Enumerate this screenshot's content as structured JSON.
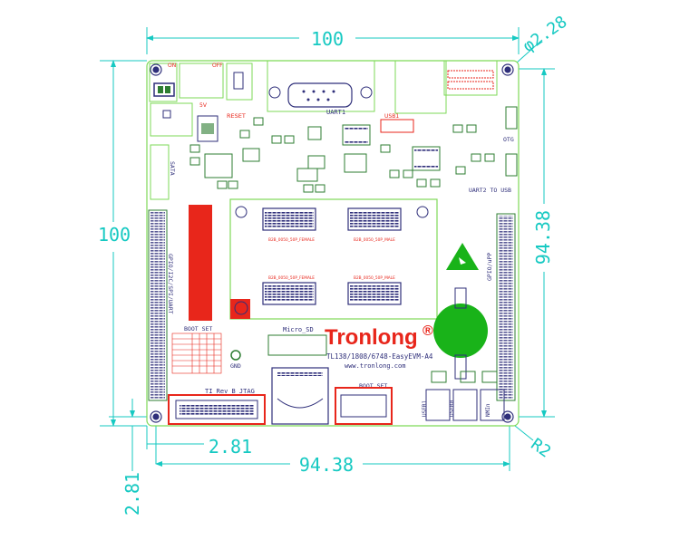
{
  "dimensions": {
    "width_top": "100",
    "hole_dia": "φ2.28",
    "height_left": "100",
    "height_right": "94.38",
    "corner_radius": "R2",
    "offset_x": "2.81",
    "width_bottom": "94.38",
    "offset_y": "2.81"
  },
  "labels": {
    "on": "ON",
    "off": "OFF",
    "five_v": "5V",
    "reset": "RESET",
    "uart1": "UART1",
    "usb1": "USB1",
    "otg": "OTG",
    "uart2": "UART2 TO USB",
    "sata": "SATA",
    "gpio_left": "GPIO/I2C/SPI/UART",
    "gpio_right": "GPIO/uPP",
    "b2b1": "B2B_0050_50P_FEMALE",
    "b2b2": "B2B_0050_50P_MALE",
    "b2b3": "B2B_0050_50P_FEMALE",
    "b2b4": "B2B_0050_50P_MALE",
    "boot_set": "BOOT SET",
    "boot_set2": "BOOT SET",
    "gnd": "GND",
    "micro_sd": "Micro_SD",
    "brand": "Tronlong",
    "reg": "®",
    "model": "TL138/1808/6748-EasyEVM-A4",
    "url": "www.tronlong.com",
    "jtag": "TI Rev B JTAG",
    "user1": "USER1",
    "user0": "USER0",
    "nmi": "NMIn"
  },
  "colors": {
    "dimension": "#16c9c2",
    "board_outline": "#7ed957",
    "copper": "#e8261b",
    "silk": "#2f2f7a",
    "pad": "#2e7d32",
    "battery": "#19b319"
  },
  "icons": {
    "esd_warning": "esd-warning-icon"
  }
}
